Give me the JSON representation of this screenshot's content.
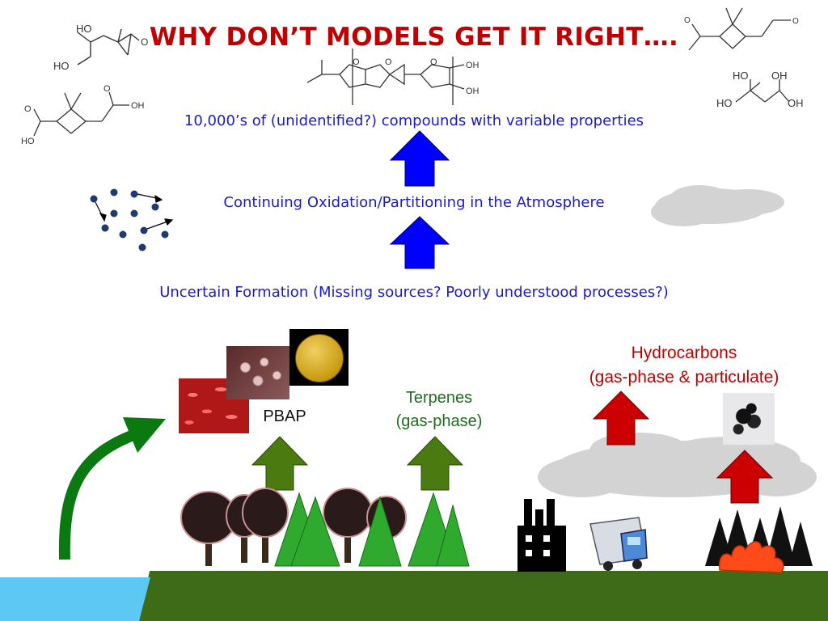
{
  "slide": {
    "title": "WHY DON’T MODELS GET IT RIGHT….",
    "levels": {
      "top": "10,000’s of (unidentified?) compounds with variable properties",
      "middle": "Continuing Oxidation/Partitioning in the Atmosphere",
      "bottom": "Uncertain Formation (Missing sources? Poorly understood processes?)"
    },
    "sources": {
      "pbap": "PBAP",
      "terpenes_line1": "Terpenes",
      "terpenes_line2": "(gas-phase)",
      "hydrocarbons_line1": "Hydrocarbons",
      "hydrocarbons_line2": "(gas-phase & particulate)"
    },
    "molecules": {
      "atom_O": "O",
      "atom_HO": "HO",
      "atom_OH": "OH"
    },
    "colors": {
      "title": "#c00000",
      "text_blue": "#1a1acc",
      "arrow_blue": "#0000ff",
      "arrow_green": "#4a7a10",
      "arrow_red": "#cc0000",
      "ground": "#3d6b17",
      "water": "#5ec8f5",
      "cloud": "#d4d4d4"
    }
  }
}
